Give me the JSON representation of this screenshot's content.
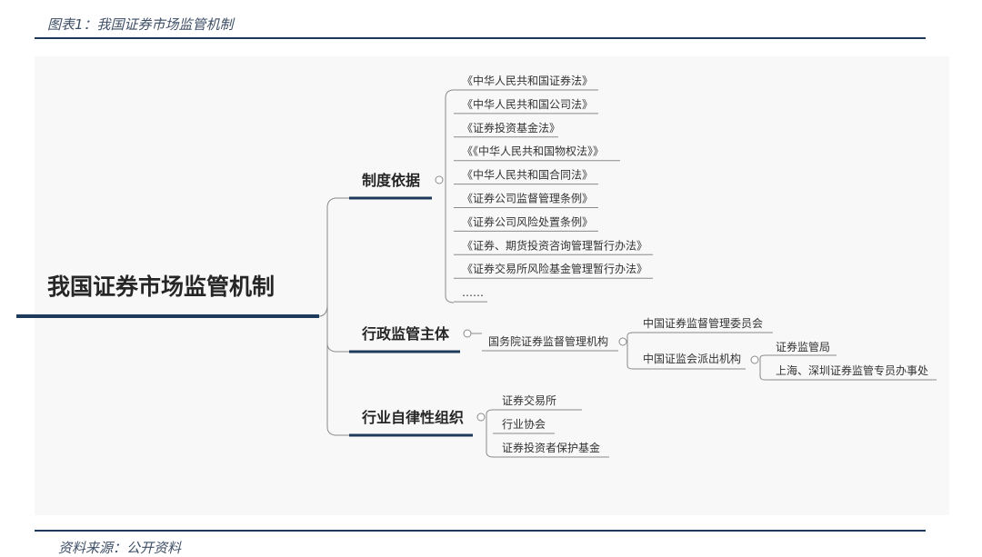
{
  "caption": "图表1：我国证券市场监管机制",
  "source": "资料来源：公开资料",
  "root": "我国证券市场监管机制",
  "branches": {
    "basis": {
      "label": "制度依据",
      "items": [
        "《中华人民共和国证券法》",
        "《中华人民共和国公司法》",
        "《证券投资基金法》",
        "《《中华人民共和国物权法》》",
        "《中华人民共和国合同法》",
        "《证券公司监督管理条例》",
        "《证券公司风险处置条例》",
        "《证券、期货投资咨询管理暂行办法》",
        "《证券交易所风险基金管理暂行办法》",
        "……"
      ]
    },
    "admin": {
      "label": "行政监管主体",
      "node": "国务院证券监督管理机构",
      "children": [
        "中国证券监督管理委员会",
        "中国证监会派出机构"
      ],
      "grandchildren": [
        "证券监管局",
        "上海、深圳证券监管专员办事处"
      ]
    },
    "selfreg": {
      "label": "行业自律性组织",
      "items": [
        "证券交易所",
        "行业协会",
        "证券投资者保护基金"
      ]
    }
  },
  "colors": {
    "navy": "#1e3a5a",
    "line": "#8a8a8a",
    "text": "#262626"
  }
}
